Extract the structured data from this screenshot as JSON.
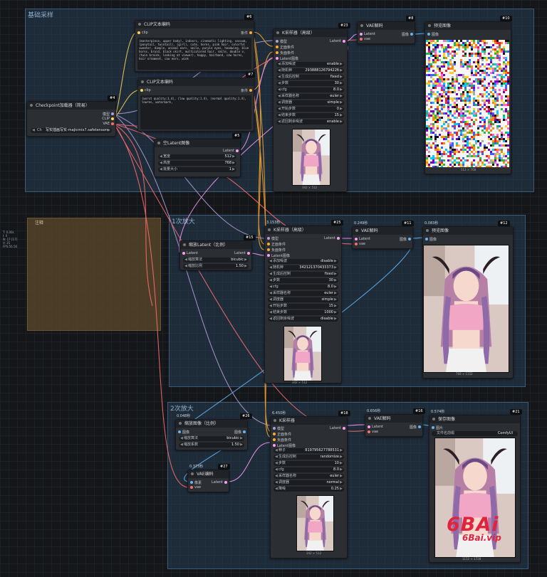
{
  "groups": {
    "basic": "基础采样",
    "first": "1次放大",
    "second": "2次放大",
    "note": "注释"
  },
  "stats": {
    "l1": "T: 0.00s",
    "l2": "I: 0",
    "l3": "N: 17 [17]",
    "l4": "V: 35",
    "l5": "FPS:56.56"
  },
  "nodes": {
    "checkpoint": {
      "title": "Checkpoint加载器（简易）",
      "id": "#4",
      "model": "模型",
      "clip": "CLIP",
      "vae": "VAE",
      "ckpt_label": "Ch",
      "ckpt_value": "写实插画写实-majicmix7.safetensors"
    },
    "clip_pos": {
      "title": "CLIP文本编码",
      "id": "#6",
      "in": "clip",
      "out": "条件",
      "text": "(masterpiece, upper body), indoors, cinematic lighting, vacuum, (ponytail, twintail), (girl), cute, horns, pink hair, colorful sweater, dimple, animal ears, smile, purple eyes, headwing, blue horns, braid, black skirt, multicolored hair, smile, double v, (twin braids, looking at viewer), happy, hairband, cow horns, hair ornament, cow ears, wink"
    },
    "clip_neg": {
      "title": "CLIP文本编码",
      "id": "#7",
      "in": "clip",
      "out": "条件",
      "text": "(worst quality:1.4), (low quality:1.4), (normal quality:1.4), lowres, watermark,"
    },
    "latent": {
      "title": "空Latent图像",
      "id": "#5",
      "out": "Latent",
      "w_label": "宽度",
      "w": "512",
      "h_label": "高度",
      "h": "768",
      "b_label": "批量大小",
      "b": "1"
    },
    "ks1": {
      "title": "K采样器（高级）",
      "id": "#23",
      "in1": "模型",
      "in2": "正面条件",
      "in3": "负面条件",
      "in4": "Latent图像",
      "out": "Latent",
      "w": [
        [
          "添加噪波",
          "enable"
        ],
        [
          "随机种",
          "29388812679422б"
        ],
        [
          "生成后控制",
          "fixed"
        ],
        [
          "步数",
          "30"
        ],
        [
          "cfg",
          "8.0"
        ],
        [
          "采样器名称",
          "euler"
        ],
        [
          "调度器",
          "simple"
        ],
        [
          "开始步数",
          "0"
        ],
        [
          "结束步数",
          "15"
        ],
        [
          "返回剩余噪波",
          "enable"
        ]
      ],
      "caption": "342 × 512"
    },
    "vae1": {
      "title": "VAE解码",
      "id": "#8",
      "in1": "Latent",
      "in2": "vae",
      "out": "图像"
    },
    "prev1": {
      "title": "预览图像",
      "id": "#10",
      "in": "图像",
      "caption": "512 × 768"
    },
    "scale1": {
      "title": "缩放Latent（比例）",
      "id": "#15",
      "in": "Latent",
      "out": "Latent",
      "w": [
        [
          "缩放算法",
          "bicubic"
        ],
        [
          "缩放比例",
          "1.50"
        ]
      ]
    },
    "ks2": {
      "title": "K采样器（高级）",
      "id": "#25",
      "timing": "3.153秒",
      "in1": "模型",
      "in2": "正面条件",
      "in3": "负面条件",
      "in4": "Latent图像",
      "out": "Latent",
      "w": [
        [
          "添加噪波",
          "disable"
        ],
        [
          "随机种",
          "342121370433373"
        ],
        [
          "生成后控制",
          "fixed"
        ],
        [
          "步数",
          "30"
        ],
        [
          "cfg",
          "8.0"
        ],
        [
          "采样器名称",
          "euler"
        ],
        [
          "调度器",
          "simple"
        ],
        [
          "开始步数",
          "15"
        ],
        [
          "结束步数",
          "1000"
        ],
        [
          "返回剩余噪波",
          "disable"
        ]
      ],
      "caption": "342 × 512"
    },
    "vae2": {
      "title": "VAE解码",
      "id": "#11",
      "timing": "0.249秒",
      "in1": "Latent",
      "in2": "vae",
      "out": "图像"
    },
    "prev2": {
      "title": "预览图像",
      "id": "#12",
      "timing": "0.083秒",
      "in": "图像",
      "caption": "768 × 1152"
    },
    "scale2": {
      "title": "缩放图像（比例）",
      "id": "#26",
      "timing": "0.048秒",
      "in": "图像",
      "out": "图像",
      "w": [
        [
          "缩放算法",
          "bicubic"
        ],
        [
          "缩放系数",
          "1.50"
        ]
      ]
    },
    "vaeenc": {
      "title": "VAE编码",
      "id": "#27",
      "timing": "0.373秒",
      "in1": "像素",
      "in2": "vae",
      "out": "Latent"
    },
    "ks3": {
      "title": "K采样器",
      "id": "#18",
      "timing": "6.450秒",
      "in1": "模型",
      "in2": "正面条件",
      "in3": "负面条件",
      "in4": "Latent图像",
      "out": "Latent",
      "w": [
        [
          "种子",
          "819795627788531"
        ],
        [
          "生成后控制",
          "randomize"
        ],
        [
          "步数",
          "10"
        ],
        [
          "cfg",
          "8.0"
        ],
        [
          "采样器名称",
          "euler"
        ],
        [
          "调度器",
          "normal"
        ],
        [
          "降噪",
          "0.25"
        ]
      ],
      "caption": "342 × 512"
    },
    "vae3": {
      "title": "VAE解码",
      "id": "#16",
      "timing": "0.656秒",
      "in1": "Latent",
      "in2": "vae",
      "out": "图像"
    },
    "save": {
      "title": "保存图像",
      "id": "#21",
      "timing": "0.574秒",
      "in": "图片",
      "prefix_label": "文件名前缀",
      "prefix": "ComfyUI",
      "caption": "1152 × 1728"
    }
  },
  "watermark": {
    "logo": "6BAi",
    "url": "6Bai.vip"
  },
  "colors": {
    "model": "#b39ddb",
    "clip": "#ffd54f",
    "vae": "#ff6e6e",
    "cond": "#ffa931",
    "latent": "#ff9cf9",
    "image": "#64b5f6"
  }
}
